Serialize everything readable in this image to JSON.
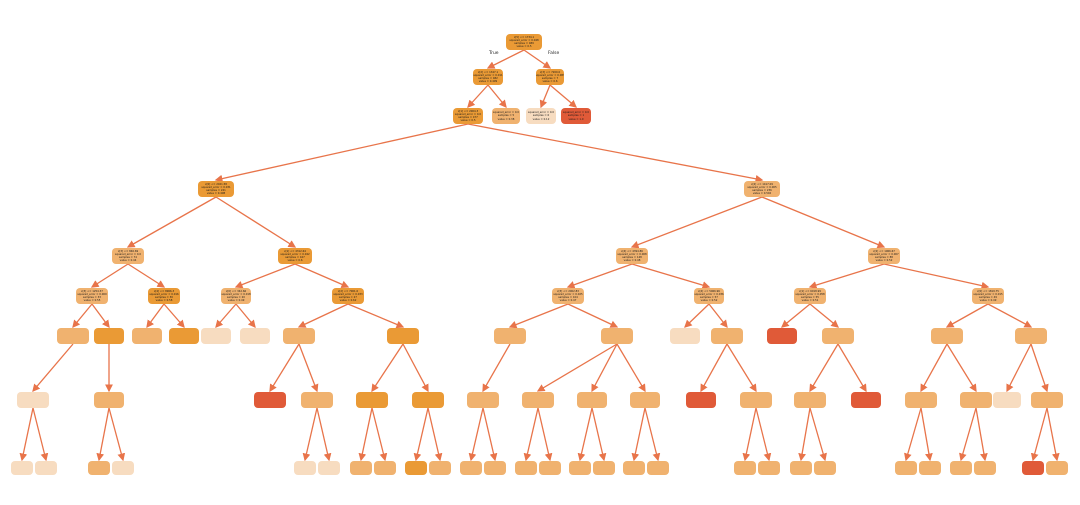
{
  "branch_labels": {
    "true": "True",
    "false": "False"
  },
  "colors": {
    "edge": "#e8744a",
    "light": "#f7dcc0",
    "mid": "#f0b26f",
    "orange": "#ea9a35",
    "red": "#e05a38"
  },
  "nodes": [
    {
      "id": "n0",
      "lines": [
        "x[5] <= 1734.1",
        "squared_error = 0.048",
        "samples = 489",
        "value = 0.5"
      ],
      "color": "orange"
    },
    {
      "id": "n1",
      "lines": [
        "x[2] <= 1347.1",
        "squared_error = 0.011",
        "samples = 482",
        "value = 0.499"
      ],
      "color": "orange"
    },
    {
      "id": "n2",
      "lines": [
        "x[3] <= 7200.0",
        "squared_error = 0.083",
        "samples = 7",
        "value = 0.6"
      ],
      "color": "orange"
    },
    {
      "id": "n3",
      "lines": [
        "x[1] <= 2004.3",
        "squared_error = 0.0",
        "samples = 477",
        "value = 0.5"
      ],
      "color": "orange"
    },
    {
      "id": "n4",
      "lines": [
        "squared_error = 0.0",
        "samples = 5",
        "value = 0.38"
      ],
      "color": "mid"
    },
    {
      "id": "n5",
      "lines": [
        "squared_error = 0.0",
        "samples = 6",
        "value = 0.12"
      ],
      "color": "light"
    },
    {
      "id": "n6",
      "lines": [
        "squared_error = 0.0",
        "samples = 1",
        "value = 1.0"
      ],
      "color": "red"
    },
    {
      "id": "n7",
      "lines": [
        "x[0] <= 2021.58",
        "squared_error = 0.031",
        "samples = 241",
        "value = 0.498"
      ],
      "color": "orange"
    },
    {
      "id": "n8",
      "lines": [
        "x[2] <= 1417.09",
        "squared_error = 0.005",
        "samples = 236",
        "value = 0.502"
      ],
      "color": "mid"
    },
    {
      "id": "n9",
      "lines": [
        "x[3] <= 846.69",
        "squared_error = 0.0",
        "samples = 74",
        "value = 0.44"
      ],
      "color": "mid"
    },
    {
      "id": "n10",
      "lines": [
        "x[1] <= 4312.64",
        "squared_error = 0.042",
        "samples = 167",
        "value = 0.6"
      ],
      "color": "orange"
    },
    {
      "id": "n11",
      "lines": [
        "x[4] <= 4394.86",
        "squared_error = 0.008",
        "samples = 148",
        "value = 0.48"
      ],
      "color": "mid"
    },
    {
      "id": "n12",
      "lines": [
        "x[2] <= 1966.67",
        "squared_error = 0.007",
        "samples = 88",
        "value = 0.52"
      ],
      "color": "mid"
    },
    {
      "id": "n13",
      "lines": [
        "x[3] <= 1254.37",
        "squared_error = 0.009",
        "samples = 33",
        "value = 0.55"
      ],
      "color": "mid"
    },
    {
      "id": "n14",
      "lines": [
        "x[4] <= 8966.3",
        "squared_error = 0.016",
        "samples = 30",
        "value = 0.58"
      ],
      "color": "orange"
    },
    {
      "id": "n15",
      "lines": [
        "x[0] <= 342.66",
        "squared_error = 0.018",
        "samples = 20",
        "value = 0.49"
      ],
      "color": "mid"
    },
    {
      "id": "n16",
      "lines": [
        "x[2] <= 7001.0",
        "squared_error = 0.033",
        "samples = 27",
        "value = 0.62"
      ],
      "color": "orange"
    },
    {
      "id": "n17",
      "lines": [
        "x[3] <= 2002.83",
        "squared_error = 0.025",
        "samples = 104",
        "value = 0.47"
      ],
      "color": "mid"
    },
    {
      "id": "n18",
      "lines": [
        "x[4] <= 5066.96",
        "squared_error = 0.036",
        "samples = 57",
        "value = 0.52"
      ],
      "color": "mid"
    },
    {
      "id": "n19",
      "lines": [
        "x[1] <= 6018.99",
        "squared_error = 0.058",
        "samples = 55",
        "value = 0.51"
      ],
      "color": "mid"
    },
    {
      "id": "n20",
      "lines": [
        "x[0] <= 1819.75",
        "squared_error = 0.015",
        "samples = 49",
        "value = 0.49"
      ],
      "color": "mid"
    }
  ],
  "footnote": ""
}
